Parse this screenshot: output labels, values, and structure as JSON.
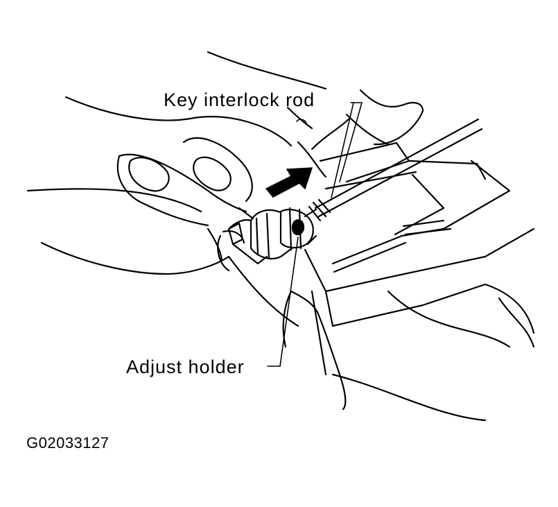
{
  "diagram": {
    "callouts": {
      "key_interlock_rod": "Key interlock rod",
      "adjust_holder": "Adjust holder"
    },
    "figure_code": "G02033127"
  },
  "colors": {
    "line": "#000000",
    "background": "#ffffff"
  }
}
